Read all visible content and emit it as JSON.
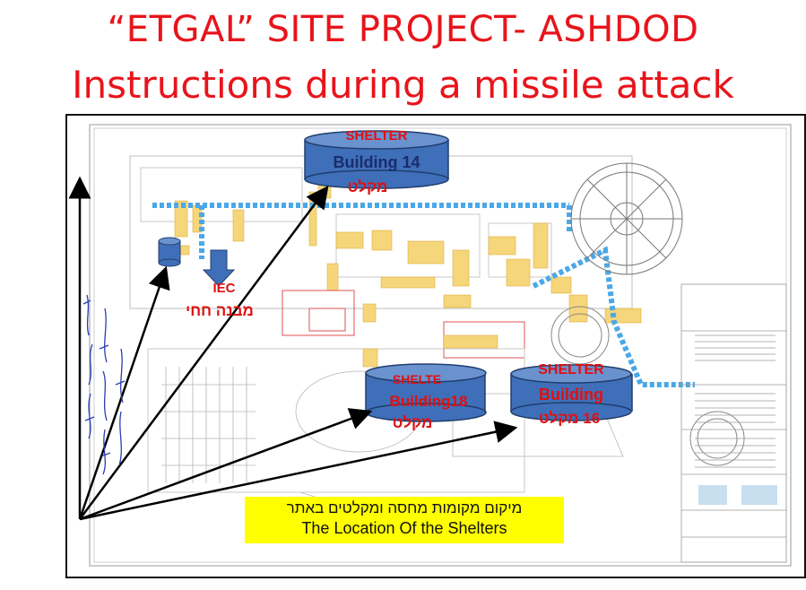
{
  "title": {
    "line1": "“ETGAL” SITE PROJECT- ASHDOD",
    "line2": "Instructions during a missile attack"
  },
  "shelters": [
    {
      "line1": "SHELTER",
      "line2": "Building  14",
      "line3": "מקלט"
    },
    {
      "line1": "SHELTE",
      "line2": "Building18",
      "line3": "מקלט"
    },
    {
      "line1": "SHELTER",
      "line2": "Building",
      "line3": "16 מקלט"
    }
  ],
  "iec": {
    "line1": "IEC",
    "line2": "מבנה חחי"
  },
  "caption": {
    "hebrew": "מיקום מקומות מחסה ומקלטים באתר",
    "english": "The Location Of the Shelters"
  },
  "colors": {
    "title": "#e8141b",
    "shelter_fill": "#3f6fb8",
    "shelter_stroke": "#203e6e",
    "shelter_text": "#e01010",
    "caption_bg": "#ffff00",
    "arrows": "#000000",
    "handwriting": "#2a3fb0"
  }
}
